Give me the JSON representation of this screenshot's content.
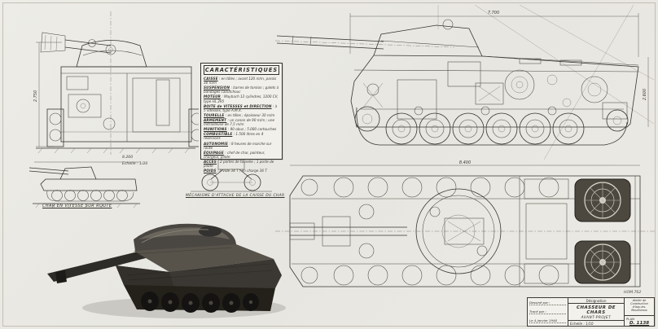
{
  "palette": {
    "ink": "#37352f",
    "paper": "#eae9e3",
    "dark_fill": "#23211e"
  },
  "characteristics": {
    "title": "CARACTÉRISTIQUES",
    "rows": [
      {
        "label": "CAISSE",
        "value": " : en tôles ; avant 120 m/m, parois 30 m/m"
      },
      {
        "label": "SUSPENSION",
        "value": " : barres de torsion ; galets à bandages caoutchouc"
      },
      {
        "label": "MOTEUR",
        "value": " : Maybach 12 cylindres, 1200 CV, type HL 295"
      },
      {
        "label": "BOITE de VITESSES et DIRECTION",
        "value": " : à 5 vitesses, type A.M.X."
      },
      {
        "label": "TOURELLE",
        "value": " : en tôles ; épaisseur 30 m/m"
      },
      {
        "label": "ARMEMENT",
        "value": " : un canon de 90 m/m ; une mitrailleuse de 7,5 m/m"
      },
      {
        "label": "MUNITIONS",
        "value": " : 90 obus ; 5.000 cartouches"
      },
      {
        "label": "COMBUSTIBLE",
        "value": " : 1.500 litres en 4 réservoirs"
      },
      {
        "label": "AUTONOMIE",
        "value": " : 8 heures de marche sur route"
      },
      {
        "label": "ÉQUIPAGE",
        "value": " : chef de char, pointeur, chargeur, pilote"
      },
      {
        "label": "ACCÈS",
        "value": " : 2 portes de tourelle ; 1 porte de pilote"
      },
      {
        "label": "POIDS",
        "value": " : à vide 34 T ; en charge 36 T"
      }
    ]
  },
  "captions": {
    "speed_view": "CHAR EN VITESSE SUR ROUTE",
    "mechanism": "MÉCANISME D'ATTACHE DE LA CAISSE DU CHAR",
    "small_scale": "Echelle : 1/20"
  },
  "dim_labels": {
    "side_length": "7.700",
    "plan_length": "8.400",
    "front_height": "2.750",
    "rear_height": "2.600",
    "small_length": "8.260"
  },
  "title_block": {
    "ref": "HOM.762",
    "designation_label": "Désignation",
    "designation_line1": "CHASSEUR DE CHARS",
    "designation_line2": "AVANT-PROJET",
    "scale": "Echelle : 1/10",
    "maker_line1": "Atelier de",
    "maker_line2": "Construction",
    "maker_line3": "d'Issy-les-Moulineaux",
    "plan_label": "PLAN",
    "plan_number": "D. 1138",
    "drawn_label": "Dessiné par :",
    "traced_label": "Tracé par :",
    "date_label": "Le 4 janvier 1946"
  }
}
